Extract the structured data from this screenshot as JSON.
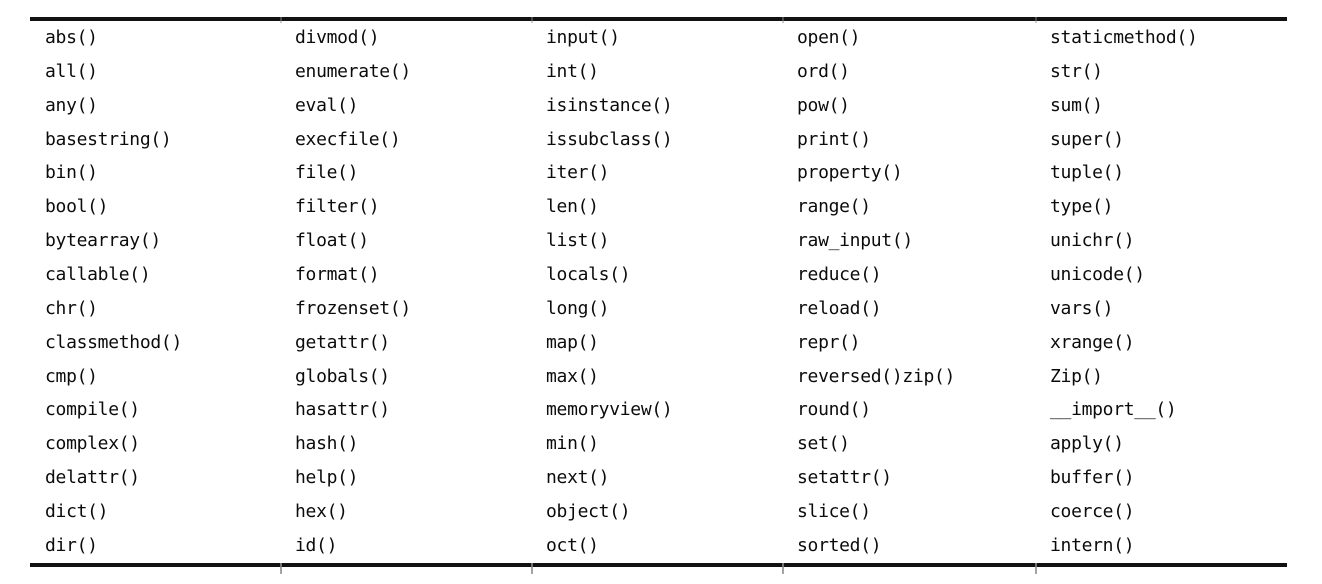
{
  "page": {
    "background_color": "#ffffff",
    "text_color": "#0b0b0b",
    "rule_color": "#111111",
    "tick_color": "#8d8d8d"
  },
  "table": {
    "description_name": "python-builtin-functions-table",
    "columns": [
      {
        "name": "column-1",
        "items": [
          "abs()",
          "all()",
          "any()",
          "basestring()",
          "bin()",
          "bool()",
          "bytearray()",
          "callable()",
          "chr()",
          "classmethod()",
          "cmp()",
          "compile()",
          "complex()",
          "delattr()",
          "dict()",
          "dir()"
        ]
      },
      {
        "name": "column-2",
        "items": [
          "divmod()",
          "enumerate()",
          "eval()",
          "execfile()",
          "file()",
          "filter()",
          "float()",
          "format()",
          "frozenset()",
          "getattr()",
          "globals()",
          "hasattr()",
          "hash()",
          "help()",
          "hex()",
          "id()"
        ]
      },
      {
        "name": "column-3",
        "items": [
          "input()",
          "int()",
          "isinstance()",
          "issubclass()",
          "iter()",
          "len()",
          "list()",
          "locals()",
          "long()",
          "map()",
          "max()",
          "memoryview()",
          "min()",
          "next()",
          "object()",
          "oct()"
        ]
      },
      {
        "name": "column-4",
        "items": [
          "open()",
          "ord()",
          "pow()",
          "print()",
          "property()",
          "range()",
          "raw_input()",
          "reduce()",
          "reload()",
          "repr()",
          "reversed()zip()",
          "round()",
          "set()",
          "setattr()",
          "slice()",
          "sorted()"
        ]
      },
      {
        "name": "column-5",
        "items": [
          "staticmethod()",
          "str()",
          "sum()",
          "super()",
          "tuple()",
          "type()",
          "unichr()",
          "unicode()",
          "vars()",
          "xrange()",
          "Zip()",
          "__import__()",
          "apply()",
          "buffer()",
          "coerce()",
          "intern()"
        ]
      }
    ]
  }
}
